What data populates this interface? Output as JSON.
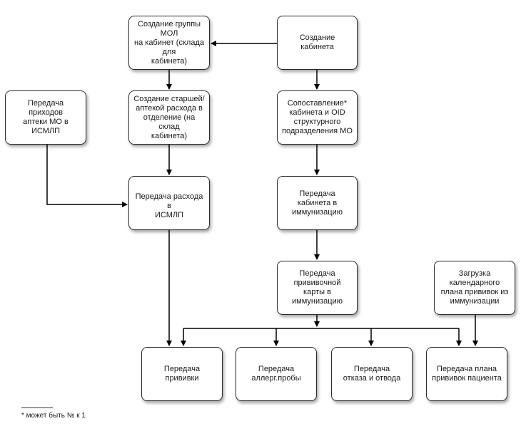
{
  "nodes": {
    "create_group": "Создание группы МОЛ\nна кабинет (склада для\nкабинета)",
    "create_room": "Создание кабинета",
    "create_senior": "Создание старшей/\nаптекой   расхода в\nотделение (на склад\nкабинета)",
    "mapping": "Сопоставление*\nкабинета и OID\nструктурного\nподразделения МО",
    "pharmacy_in": "Передача приходов\nаптеки МО в ИСМЛП",
    "transfer_expense": "Передача расхода в\nИСМЛП",
    "transfer_room": "Передача кабинета в\nиммунизацию",
    "transfer_card": "Передача прививочной\nкарты в иммунизацию",
    "load_plan": "Загрузка календарного\nплана прививок из\nиммунизации",
    "vaccination": "Передача\nпрививки",
    "allergy": "Передача\nаллерг.пробы",
    "refusal": "Передача\nотказа и отвода",
    "patient_plan": "Передача плана\nпрививок пациента"
  },
  "footnote": "* может быть № к 1",
  "colors": {
    "line": "#000000",
    "border": "#2b2b2b"
  }
}
